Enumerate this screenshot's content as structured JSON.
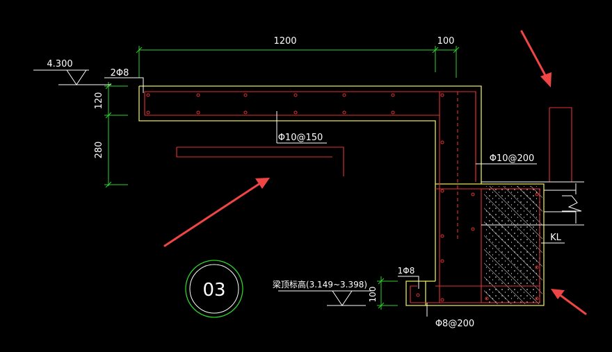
{
  "drawing": {
    "background_color": "#000000",
    "colors": {
      "outline": "#e8e85a",
      "rebar": "#e23232",
      "dimension": "#2ed12e",
      "leader": "#ffffff",
      "annotation_arrow": "#f04545",
      "circle": "#2ed12e"
    },
    "dimensions": {
      "top_length": "1200",
      "top_wall": "100",
      "slab_thickness": "120",
      "drop_height": "280",
      "lower_height": "100"
    },
    "labels": {
      "elevation": "4.300",
      "top_rebar": "2Φ8",
      "bottom_rebar": "Φ10@150",
      "wall_rebar": "Φ10@200",
      "beam_name": "KL",
      "small_rebar": "1Φ8",
      "lower_elevation": "梁顶标高(3.149~3.398)",
      "stirrup": "Φ8@200",
      "detail_number": "03"
    }
  }
}
